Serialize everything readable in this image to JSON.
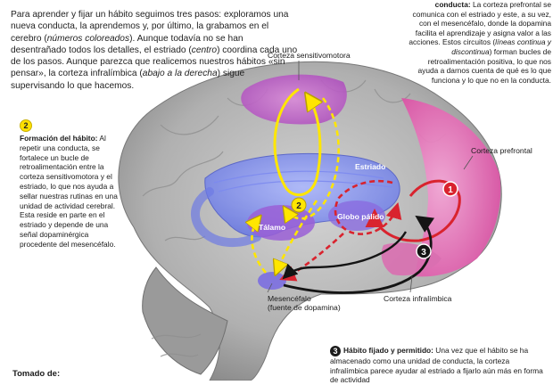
{
  "intro": {
    "p1": "Para aprender y fijar un hábito seguimos tres pasos: exploramos una nueva conducta, la aprendemos y, por último, la grabamos en el cerebro (",
    "p1_em": "números coloreados",
    "p2": "). Aunque todavía no se han desentrañado todos los detalles, el estriado (",
    "p2_em": "centro",
    "p3": ") coordina cada uno de los pasos. Aunque parezca que realicemos nuestros hábitos «sin pensar», la corteza infralímbica (",
    "p3_em": "abajo a la derecha",
    "p4": ") sigue supervisando lo que hacemos."
  },
  "step1": {
    "number": "1",
    "title": "conducta:",
    "t1": "La corteza prefrontal se comunica con el estriado y este, a su vez, con el mesencéfalo, donde la dopamina facilita el aprendizaje y asigna valor a las acciones. Estos circuitos (",
    "t1_em": "líneas continua y discontinua",
    "t2": ") forman bucles de retroalimentación positiva, lo que nos ayuda a darnos cuenta de qué es lo que funciona y lo que no en la conducta."
  },
  "step2": {
    "number": "2",
    "title": "Formación del hábito:",
    "text": "Al repetir una conducta, se fortalece un bucle de retroalimentación entre la corteza sensitivomotora y el estriado, lo que nos ayuda a sellar nuestras rutinas en una unidad de actividad cerebral. Esta reside en parte en el estriado y depende de una señal dopaminérgica procedente del mesencéfalo."
  },
  "step3": {
    "number": "3",
    "title": "Hábito fijado y permitido:",
    "text": "Una vez que el hábito se ha almacenado como una unidad de conducta, la corteza infralímbica parece ayudar al estriado a fijarlo aún más en forma de actividad"
  },
  "labels": {
    "sensorimotor": "Corteza sensitivomotora",
    "prefrontal": "Corteza prefrontal",
    "striatum": "Estriado",
    "globus": "Globo pálido",
    "thalamus": "Tálamo",
    "midbrain": "Mesencéfalo",
    "midbrain_sub": "(fuente de dopamina)",
    "infralimbic": "Corteza infralímbica"
  },
  "footer": {
    "tomado": "Tomado de:"
  },
  "colors": {
    "red": "#d9232e",
    "yellow": "#ffe600",
    "black": "#141414",
    "pink": "#e85bb0",
    "purple": "#b44fd0",
    "blue": "#6e7ee8"
  }
}
